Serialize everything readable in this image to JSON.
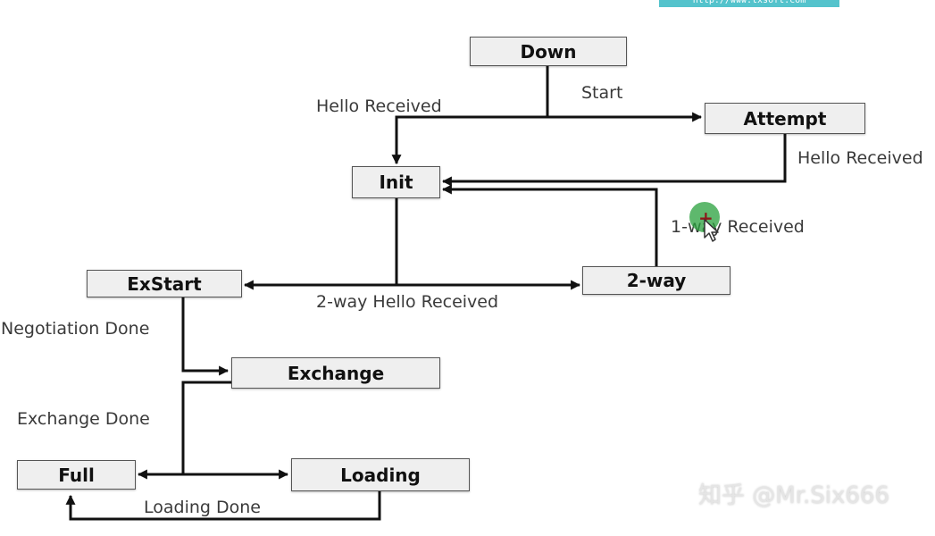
{
  "source_url": "http://www.txsoft.com",
  "watermark": "知乎 @Mr.Six666",
  "states": {
    "down": "Down",
    "attempt": "Attempt",
    "init": "Init",
    "exstart": "ExStart",
    "two_way": "2-way",
    "exchange": "Exchange",
    "full": "Full",
    "loading": "Loading"
  },
  "transitions": {
    "start": "Start",
    "hello_received_down": "Hello Received",
    "hello_received_attempt": "Hello Received",
    "one_way_received": "1-way Received",
    "two_way_hello_received": "2-way Hello Received",
    "negotiation_done": "Negotiation Done",
    "exchange_done": "Exchange Done",
    "loading_done": "Loading Done"
  },
  "colors": {
    "box_fill": "#efefef",
    "box_border": "#555555",
    "line": "#111111",
    "cursor_highlight": "#28a03c"
  }
}
